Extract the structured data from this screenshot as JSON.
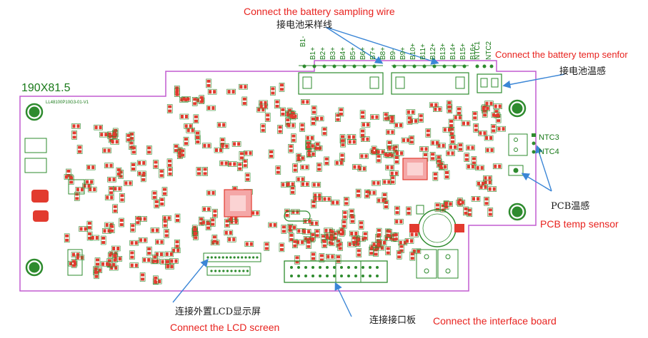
{
  "board": {
    "size_label": "190X81.5",
    "model_label": "LL48100P10G3-01-V1",
    "colors": {
      "outline": "#c25bd0",
      "trace": "#2e8b2e",
      "pad": "#e23b2f",
      "annotation_red": "#e8231f",
      "arrow": "#3b86d6"
    }
  },
  "connectors": {
    "battery_pins_1": [
      "B1-",
      "B1+",
      "B2+",
      "B3+",
      "B4+",
      "B5+",
      "B6+",
      "B7+",
      "B8+"
    ],
    "battery_pins_2": [
      "B9-",
      "B9+",
      "B10+",
      "B11+",
      "B12+",
      "B13+",
      "B14+",
      "B15+",
      "B16+"
    ],
    "ntc_top": [
      "NTC1",
      "NTC2"
    ],
    "ntc_side": [
      "NTC3",
      "NTC4"
    ]
  },
  "annotations": {
    "battery_wire_en": "Connect the battery sampling wire",
    "battery_wire_cn": "接电池采样线",
    "battery_temp_en": "Connect the battery temp senfor",
    "battery_temp_cn": "接电池温感",
    "pcb_temp_cn": "PCB温感",
    "pcb_temp_en": "PCB temp sensor",
    "lcd_cn": "连接外置LCD显示屏",
    "lcd_en": "Connect the LCD screen",
    "interface_cn": "连接接口板",
    "interface_en": "Connect the interface board"
  }
}
